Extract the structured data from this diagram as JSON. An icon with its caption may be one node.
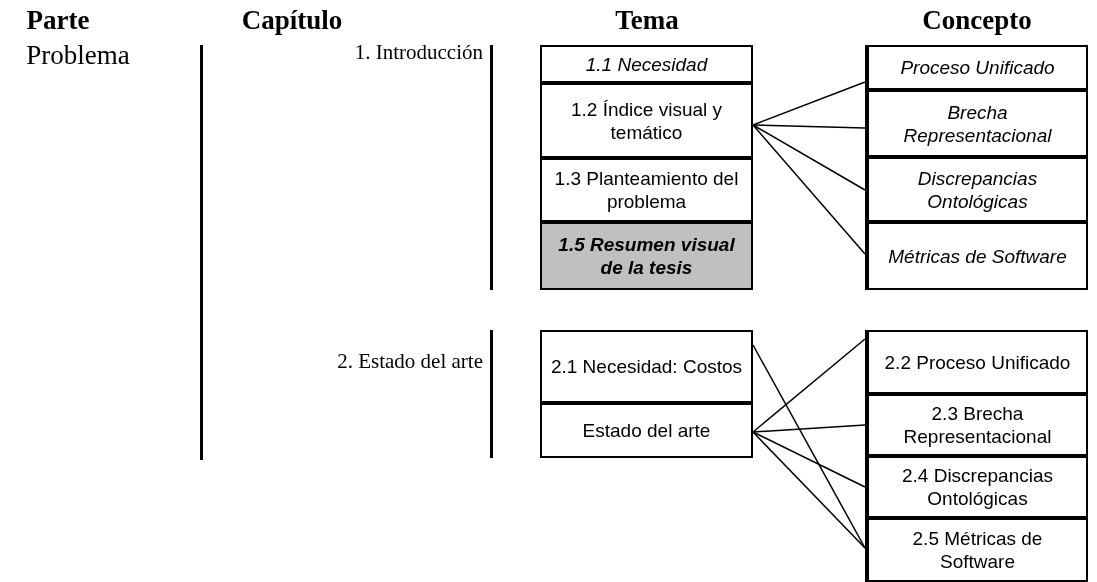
{
  "diagram": {
    "nodes": [
      {
        "text": [
          "1.1 Necesidad"
        ]
      },
      {
        "text": [
          "1.2 Índice visual y temático"
        ]
      },
      {
        "text": [
          "1.3 Planteamiento del problema"
        ]
      },
      {
        "text": [
          "1.5 Resumen visual de la tesis"
        ]
      },
      {
        "text": [
          "Proceso Unificado"
        ]
      },
      {
        "text": [
          "Brecha Representacional"
        ]
      },
      {
        "text": [
          "Discrepancias Ontológicas"
        ]
      },
      {
        "text": [
          "Métricas de Software"
        ]
      },
      {
        "text": [
          "2.1 Necesidad: Costos"
        ]
      },
      {
        "text": [
          "Estado del arte"
        ]
      },
      {
        "text": [
          "2.2 Proceso Unificado"
        ]
      },
      {
        "text": [
          "2.3 Brecha Representacional"
        ]
      },
      {
        "text": [
          "2.4 Discrepancias Ontológicas"
        ]
      },
      {
        "text": [
          "2.5 Métricas de Software"
        ]
      }
    ],
    "edges": [
      {
        "from": 1,
        "to": 4,
        "arrow": "none"
      },
      {
        "from": 1,
        "to": 5,
        "arrow": "none"
      },
      {
        "from": 1,
        "to": 6,
        "arrow": "none"
      },
      {
        "from": 1,
        "to": 7,
        "arrow": "none"
      },
      {
        "from": 9,
        "to": 10,
        "arrow": "none"
      },
      {
        "from": 9,
        "to": 11,
        "arrow": "none"
      },
      {
        "from": 9,
        "to": 12,
        "arrow": "none"
      },
      {
        "from": 9,
        "to": 13,
        "arrow": "none"
      },
      {
        "from": 8,
        "to": 13,
        "arrow": "none"
      }
    ],
    "labels": [
      "Parte",
      "Capítulo",
      "Tema",
      "Concepto",
      "Problema",
      "1. Introducción",
      "2. Estado del arte"
    ]
  }
}
